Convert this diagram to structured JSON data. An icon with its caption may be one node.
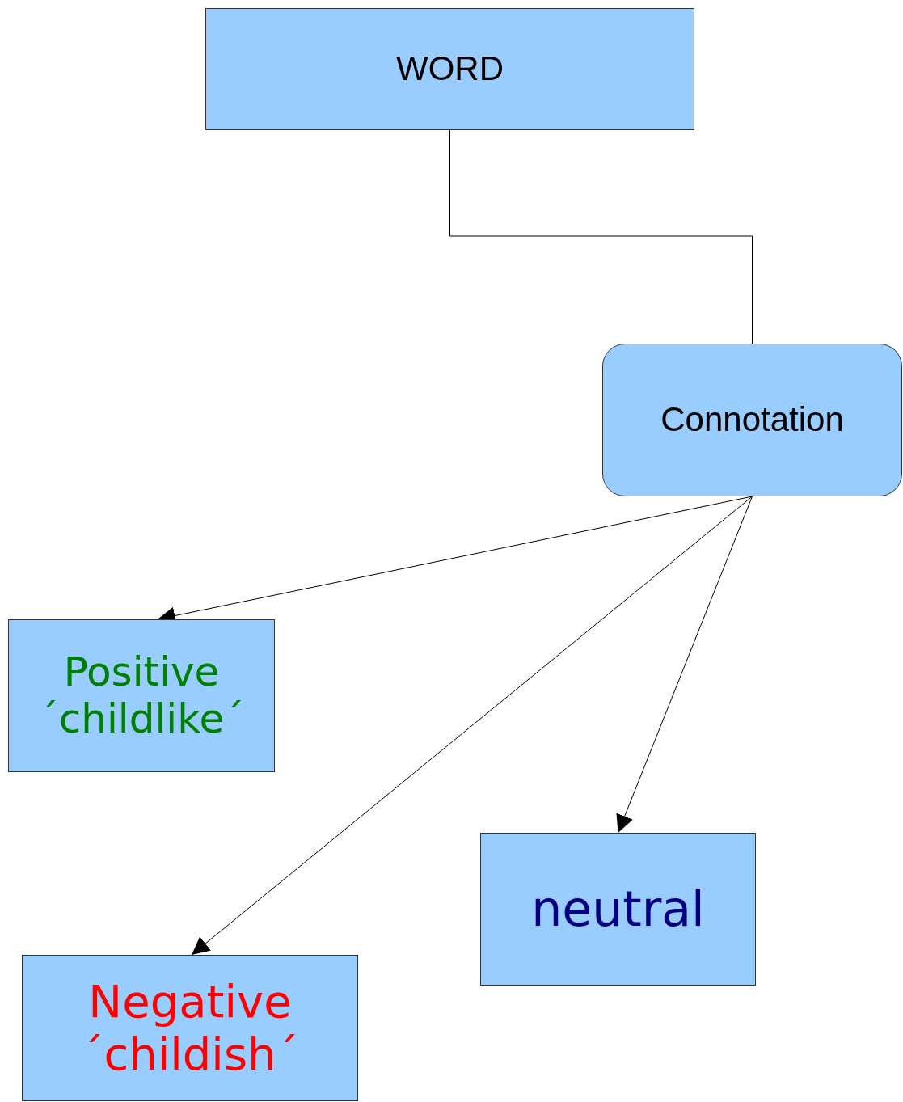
{
  "diagram": {
    "nodes": [
      {
        "text": [
          "WORD"
        ]
      },
      {
        "text": [
          "Connotation"
        ]
      },
      {
        "text": [
          "Positive ´childlike´"
        ]
      },
      {
        "text": [
          "Negative ´childish´"
        ]
      },
      {
        "text": [
          "neutral"
        ]
      }
    ],
    "edges": [
      {
        "from": 0,
        "to": 1,
        "arrow": "none"
      },
      {
        "from": 1,
        "to": 2,
        "arrow": "to"
      },
      {
        "from": 1,
        "to": 3,
        "arrow": "to"
      },
      {
        "from": 1,
        "to": 4,
        "arrow": "to"
      }
    ]
  }
}
